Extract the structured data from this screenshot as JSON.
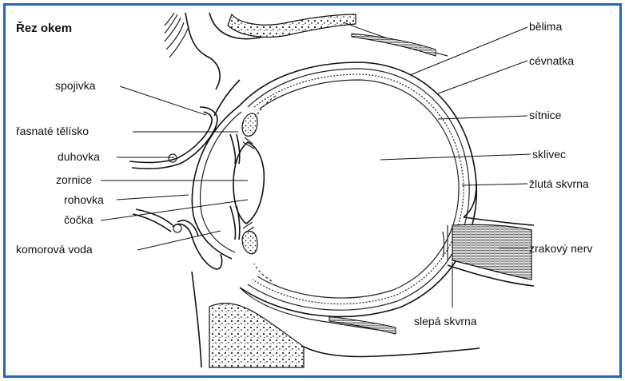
{
  "title": "Řez okem",
  "labels_left": {
    "spojivka": "spojivka",
    "rasnate_telisko": "řasnaté tělísko",
    "duhovka": "duhovka",
    "zornice": "zornice",
    "rohovka": "rohovka",
    "cocka": "čočka",
    "komorova_voda": "komorová voda"
  },
  "labels_right": {
    "belima": "bělima",
    "cevnatka": "cévnatka",
    "sitnice": "sítnice",
    "sklivec": "sklivec",
    "zluta_skvrna": "žlutá skvrna",
    "zrakovy_nerv": "zrakový nerv"
  },
  "labels_bottom": {
    "slepa_skvrna": "slepá skvrna"
  },
  "colors": {
    "frame": "#1f66c9",
    "line": "#111111"
  }
}
